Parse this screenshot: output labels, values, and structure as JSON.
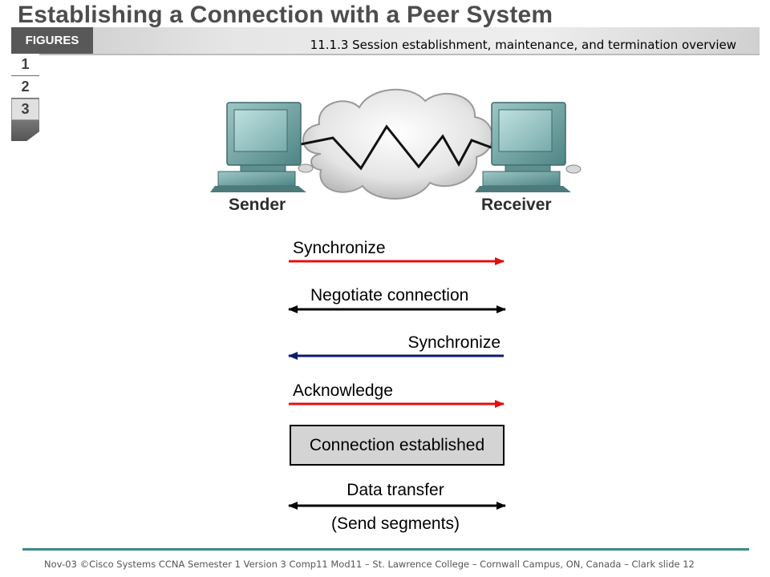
{
  "slide": {
    "title": "Establishing a Connection with a Peer System",
    "subtitle": "11.1.3  Session establishment, maintenance, and termination overview",
    "figures_label": "FIGURES",
    "figure_numbers": [
      "1",
      "2",
      "3"
    ],
    "footer": "Nov-03 ©Cisco Systems CCNA Semester 1 Version 3 Comp11 Mod11 – St. Lawrence College – Cornwall Campus, ON, Canada – Clark slide 12"
  },
  "diagram": {
    "sender_label": "Sender",
    "receiver_label": "Receiver",
    "steps": [
      {
        "label": "Synchronize",
        "direction": "right",
        "color": "#e01010"
      },
      {
        "label": "Negotiate connection",
        "direction": "both",
        "color": "#000000"
      },
      {
        "label": "Synchronize",
        "direction": "left",
        "color": "#0a1a70"
      },
      {
        "label": "Acknowledge",
        "direction": "right",
        "color": "#e01010"
      }
    ],
    "established_label": "Connection established",
    "transfer_label": "Data transfer",
    "transfer_sublabel": "(Send segments)"
  }
}
